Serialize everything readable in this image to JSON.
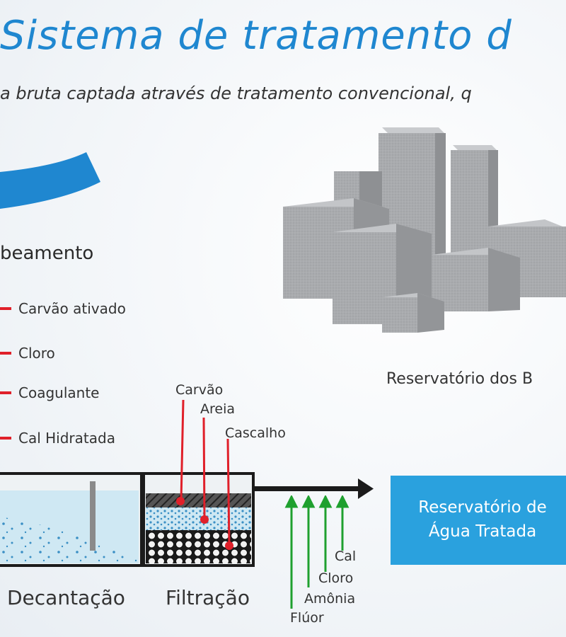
{
  "header": {
    "title": "Sistema de tratamento d",
    "subtitle": "a bruta captada através de tratamento convencional, q"
  },
  "section_label": "beamento",
  "chemicals": [
    "Carvão ativado",
    "Cloro",
    "Coagulante",
    "Cal Hidratada"
  ],
  "filter_media": [
    "Carvão",
    "Areia",
    "Cascalho"
  ],
  "stages": [
    "Decantação",
    "Filtração"
  ],
  "treated_reservoir": {
    "line1": "Reservatório de",
    "line2": "Água Tratada"
  },
  "neighborhood_reservoir": "Reservatório dos B",
  "additives": [
    "Cal",
    "Cloro",
    "Amônia",
    "Flúor"
  ],
  "colors": {
    "title_blue": "#1f87d0",
    "box_blue": "#2aa1de",
    "marker_red": "#e0202a",
    "arrow_green": "#1fa02f",
    "water": "#cfe8f3"
  },
  "icons": [
    "city-buildings-icon",
    "right-arrow-icon"
  ]
}
